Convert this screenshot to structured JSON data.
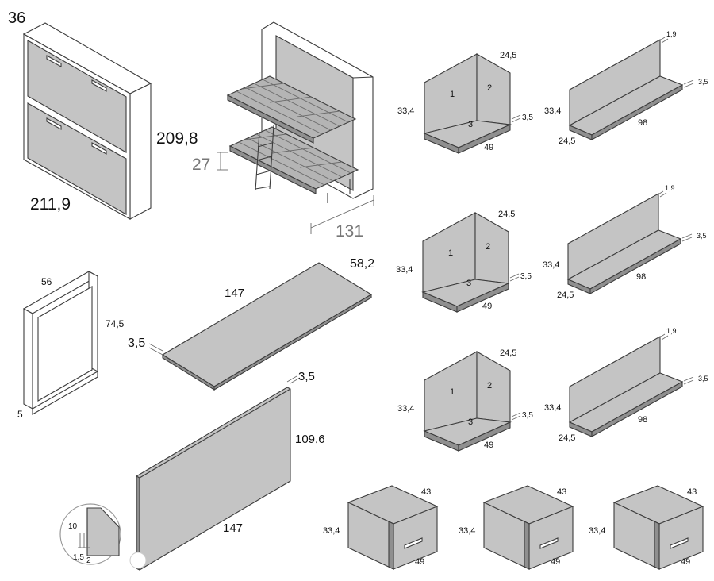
{
  "figure_number": "36",
  "bed": {
    "width": "211,9",
    "height": "209,8",
    "bunk_gap": "27",
    "depth": "131"
  },
  "frame": {
    "width": "56",
    "height": "74,5",
    "thickness": "5"
  },
  "desk_top": {
    "length": "147",
    "depth": "58,2",
    "thickness": "3,5"
  },
  "back_panel": {
    "length": "147",
    "height": "109,6",
    "thickness": "3,5"
  },
  "detail": {
    "height": "10",
    "offset": "1,5",
    "thickness": "2"
  },
  "corner_shelves": [
    {
      "width": "49",
      "height": "33,4",
      "depth": "24,5",
      "thickness": "3,5",
      "face_labels": [
        "1",
        "2",
        "3"
      ]
    },
    {
      "width": "49",
      "height": "33,4",
      "depth": "24,5",
      "thickness": "3,5",
      "face_labels": [
        "1",
        "2",
        "3"
      ]
    },
    {
      "width": "49",
      "height": "33,4",
      "depth": "24,5",
      "thickness": "3,5",
      "face_labels": [
        "1",
        "2",
        "3"
      ]
    }
  ],
  "l_shelves": [
    {
      "length": "98",
      "height": "33,4",
      "depth": "24,5",
      "thickness": "3,5",
      "top_thickness": "1,9"
    },
    {
      "length": "98",
      "height": "33,4",
      "depth": "24,5",
      "thickness": "3,5",
      "top_thickness": "1,9"
    },
    {
      "length": "98",
      "height": "33,4",
      "depth": "24,5",
      "thickness": "3,5",
      "top_thickness": "1,9"
    }
  ],
  "drawers": [
    {
      "width": "49",
      "height": "33,4",
      "depth": "43"
    },
    {
      "width": "49",
      "height": "33,4",
      "depth": "43"
    },
    {
      "width": "49",
      "height": "33,4",
      "depth": "43"
    }
  ]
}
